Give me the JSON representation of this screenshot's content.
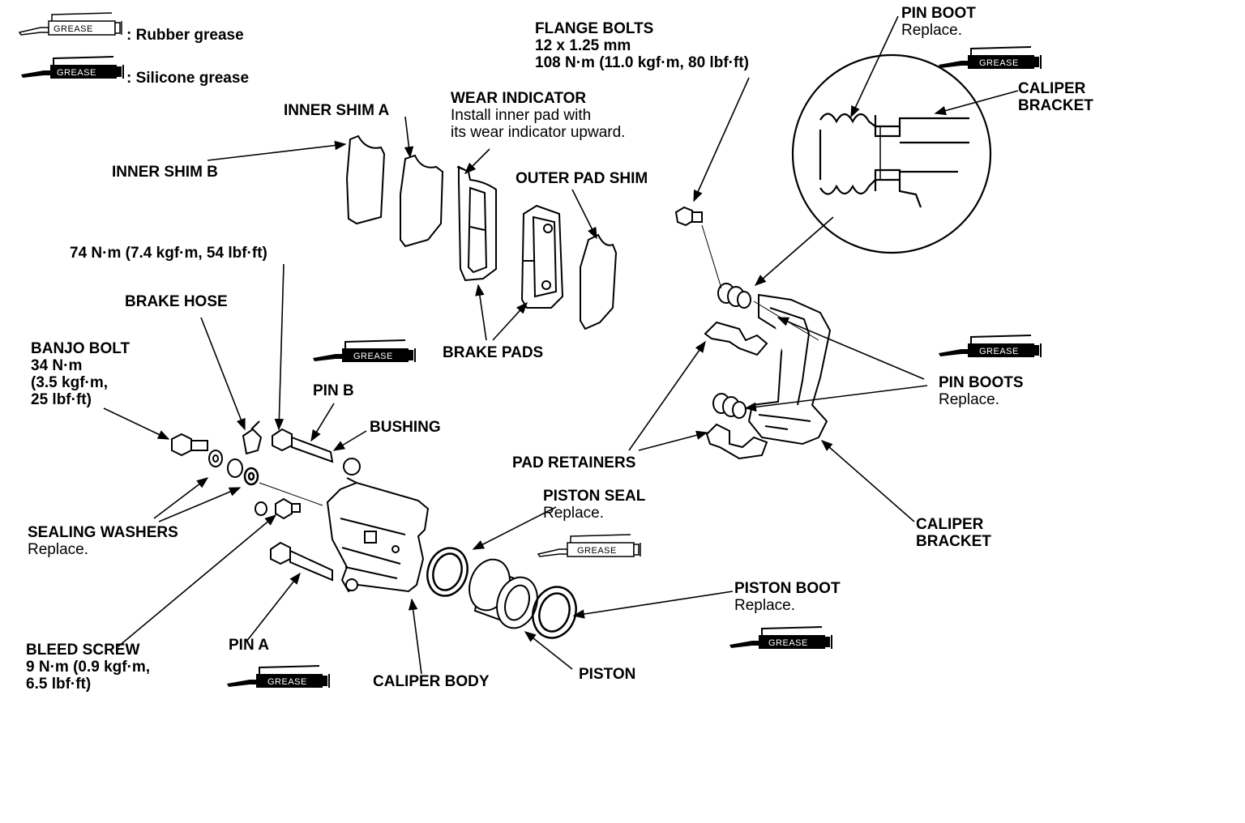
{
  "legend": {
    "rubber_grease": ": Rubber grease",
    "silicone_grease": ": Silicone grease"
  },
  "grease_tube_text": "GREASE",
  "labels": {
    "flange_bolts": {
      "line1": "FLANGE BOLTS",
      "line2": "12 x 1.25 mm",
      "line3": "108 N·m (11.0 kgf·m, 80 lbf·ft)"
    },
    "pin_boot_top": {
      "title": "PIN BOOT",
      "note": "Replace."
    },
    "caliper_bracket_top": {
      "line1": "CALIPER",
      "line2": "BRACKET"
    },
    "inner_shim_a": "INNER SHIM A",
    "inner_shim_b": "INNER SHIM B",
    "wear_indicator": {
      "title": "WEAR INDICATOR",
      "line2": "Install inner pad with",
      "line3": "its wear indicator upward."
    },
    "outer_pad_shim": "OUTER PAD SHIM",
    "torque_74": "74 N·m (7.4 kgf·m, 54 lbf·ft)",
    "brake_hose": "BRAKE HOSE",
    "banjo_bolt": {
      "line1": "BANJO BOLT",
      "line2": "34 N·m",
      "line3": "(3.5 kgf·m,",
      "line4": "25 lbf·ft)"
    },
    "pin_b": "PIN B",
    "bushing": "BUSHING",
    "brake_pads": "BRAKE PADS",
    "pin_boots": {
      "title": "PIN BOOTS",
      "note": "Replace."
    },
    "pad_retainers": "PAD RETAINERS",
    "piston_seal": {
      "title": "PISTON SEAL",
      "note": "Replace."
    },
    "caliper_bracket_bottom": {
      "line1": "CALIPER",
      "line2": "BRACKET"
    },
    "sealing_washers": {
      "title": "SEALING WASHERS",
      "note": "Replace."
    },
    "piston_boot": {
      "title": "PISTON BOOT",
      "note": "Replace."
    },
    "bleed_screw": {
      "line1": "BLEED SCREW",
      "line2": "9 N·m (0.9 kgf·m,",
      "line3": "6.5 lbf·ft)"
    },
    "pin_a": "PIN A",
    "caliper_body": "CALIPER BODY",
    "piston": "PISTON"
  }
}
